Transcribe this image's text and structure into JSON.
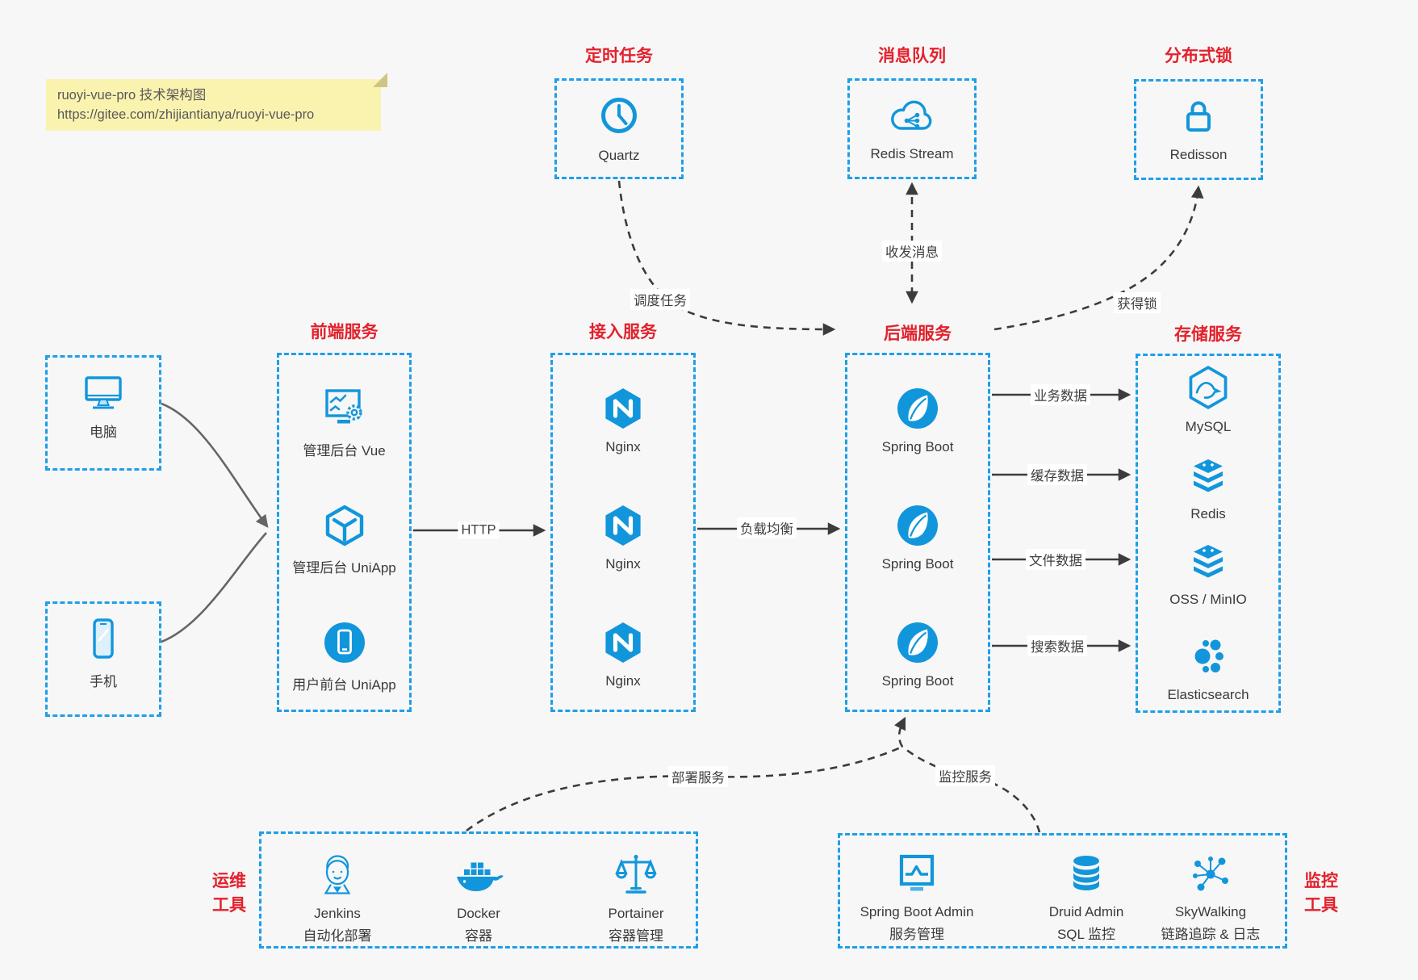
{
  "note": {
    "title": "ruoyi-vue-pro 技术架构图",
    "url": "https://gitee.com/zhijiantianya/ruoyi-vue-pro"
  },
  "top": {
    "scheduler": {
      "title": "定时任务",
      "label": "Quartz"
    },
    "mq": {
      "title": "消息队列",
      "label": "Redis Stream"
    },
    "lock": {
      "title": "分布式锁",
      "label": "Redisson"
    }
  },
  "clients": {
    "pc": {
      "label": "电脑"
    },
    "mobile": {
      "label": "手机"
    }
  },
  "frontend": {
    "title": "前端服务",
    "items": [
      {
        "label": "管理后台 Vue"
      },
      {
        "label": "管理后台 UniApp"
      },
      {
        "label": "用户前台 UniApp"
      }
    ]
  },
  "access": {
    "title": "接入服务",
    "items": [
      {
        "label": "Nginx"
      },
      {
        "label": "Nginx"
      },
      {
        "label": "Nginx"
      }
    ]
  },
  "backend": {
    "title": "后端服务",
    "items": [
      {
        "label": "Spring Boot"
      },
      {
        "label": "Spring Boot"
      },
      {
        "label": "Spring Boot"
      }
    ]
  },
  "storage": {
    "title": "存储服务",
    "items": [
      {
        "label": "MySQL"
      },
      {
        "label": "Redis"
      },
      {
        "label": "OSS / MinIO"
      },
      {
        "label": "Elasticsearch"
      }
    ]
  },
  "edges": {
    "schedule": "调度任务",
    "message": "收发消息",
    "lock": "获得锁",
    "http": "HTTP",
    "balance": "负载均衡",
    "business": "业务数据",
    "cache": "缓存数据",
    "file": "文件数据",
    "search": "搜索数据",
    "deploy": "部署服务",
    "monitor": "监控服务"
  },
  "ops": {
    "title": [
      "运维",
      "工具"
    ],
    "items": [
      {
        "name": "Jenkins",
        "desc": "自动化部署"
      },
      {
        "name": "Docker",
        "desc": "容器"
      },
      {
        "name": "Portainer",
        "desc": "容器管理"
      }
    ]
  },
  "monitoring": {
    "title": [
      "监控",
      "工具"
    ],
    "items": [
      {
        "name": "Spring Boot Admin",
        "desc": "服务管理"
      },
      {
        "name": "Druid Admin",
        "desc": "SQL 监控"
      },
      {
        "name": "SkyWalking",
        "desc": "链路追踪 & 日志"
      }
    ]
  },
  "colors": {
    "icon_blue": "#1296db",
    "border_blue": "#1e9fe8",
    "title_red": "#e2222c",
    "line_dark": "#3c3c3c",
    "note_bg": "#faf3b0",
    "page_bg": "#f7f7f8"
  }
}
